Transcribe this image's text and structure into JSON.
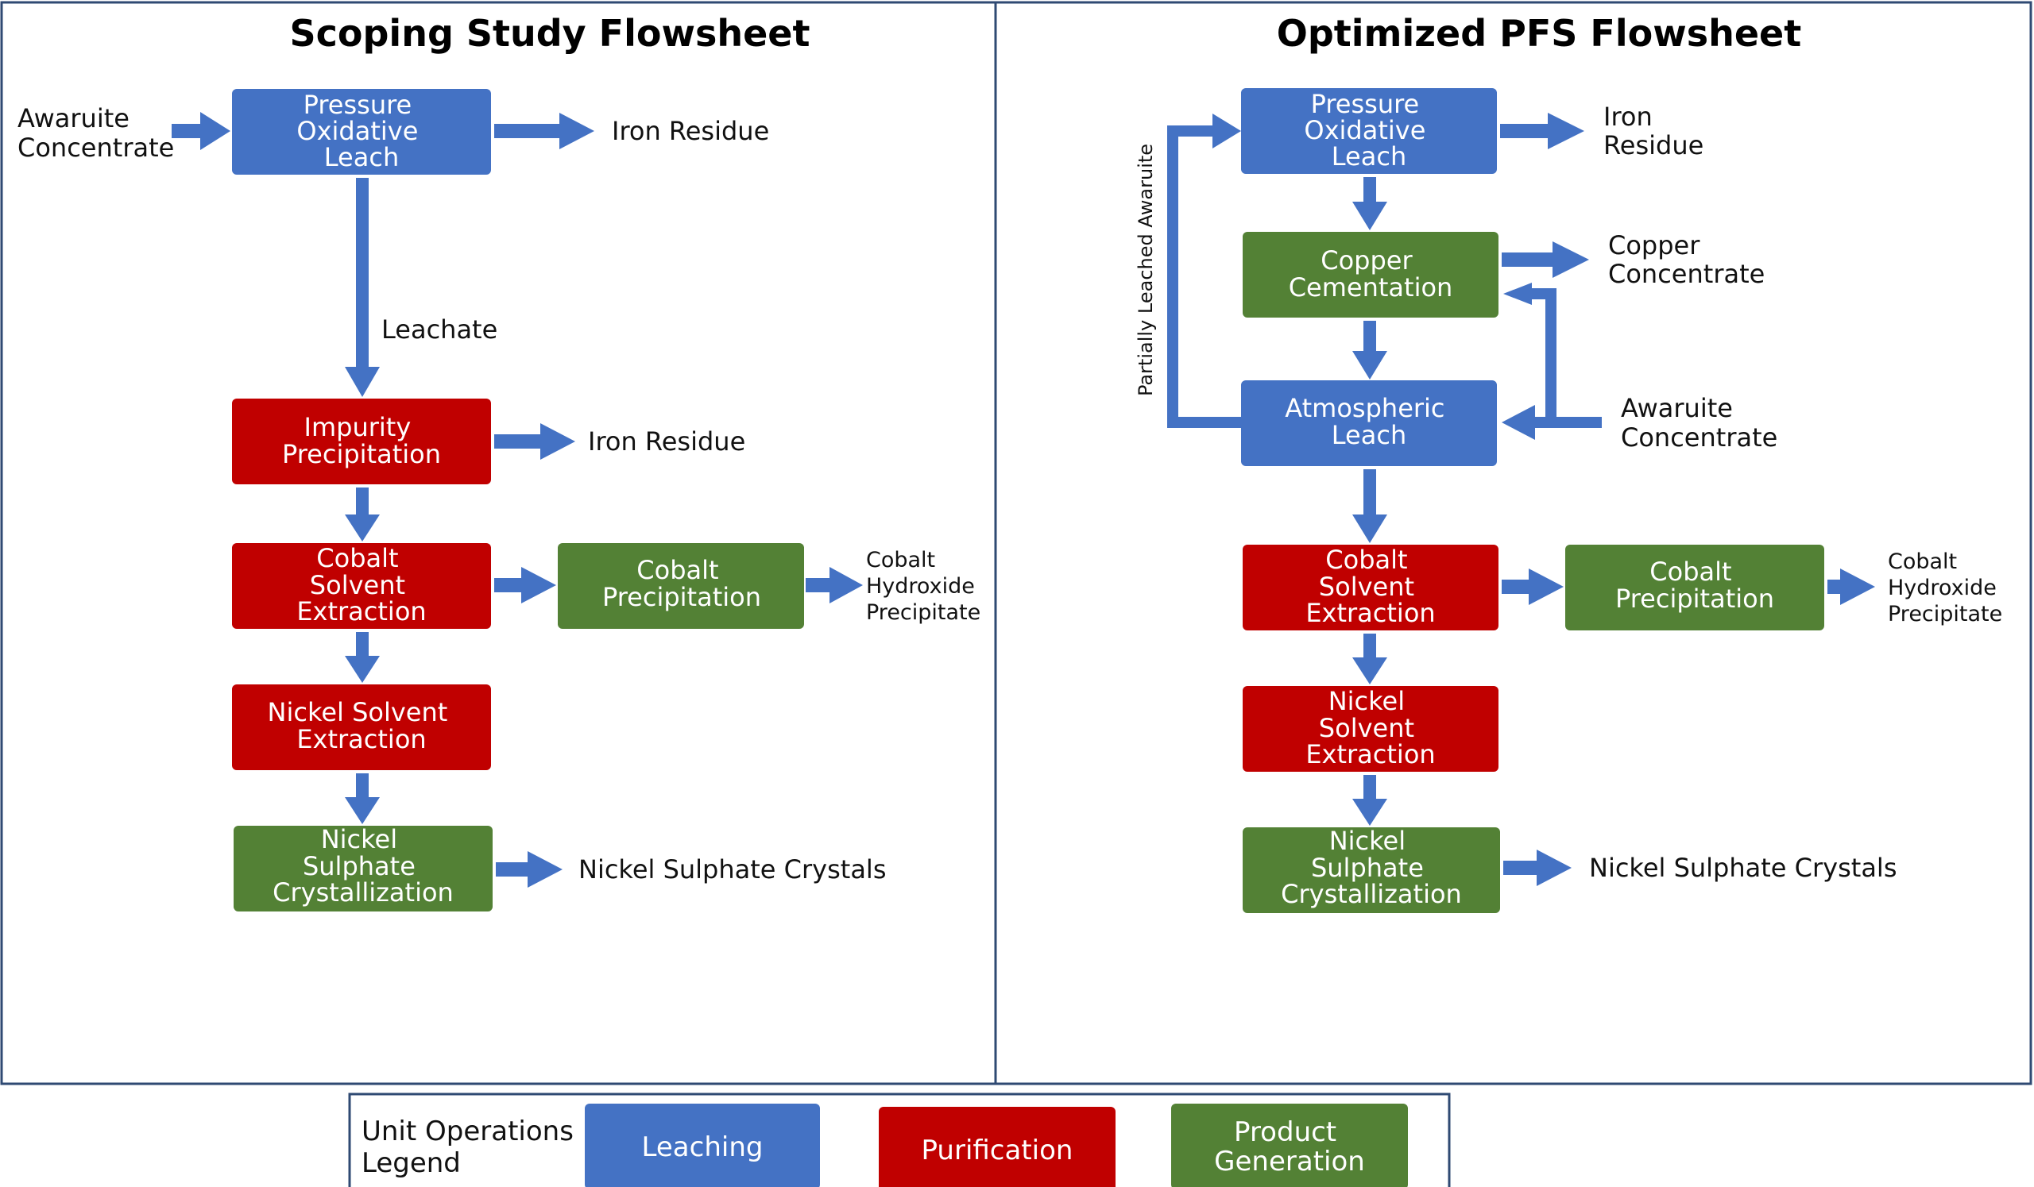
{
  "colors": {
    "leaching": "#4472c4",
    "purification": "#c00000",
    "product_generation": "#538135",
    "arrow": "#4472c4",
    "frame": "#2f4a73"
  },
  "left_panel": {
    "title": "Scoping Study Flowsheet",
    "input_label": [
      "Awaruite",
      "Concentrate"
    ],
    "pressure_leach": [
      "Pressure",
      "Oxidative",
      "Leach"
    ],
    "iron_residue_1": "Iron Residue",
    "leachate": "Leachate",
    "impurity_precipitation": [
      "Impurity",
      "Precipitation"
    ],
    "iron_residue_2": "Iron Residue",
    "cobalt_sx": [
      "Cobalt",
      "Solvent",
      "Extraction"
    ],
    "cobalt_precipitation": [
      "Cobalt",
      "Precipitation"
    ],
    "cobalt_product": [
      "Cobalt",
      "Hydroxide",
      "Precipitate"
    ],
    "nickel_sx": [
      "Nickel Solvent",
      "Extraction"
    ],
    "nickel_crystallization": [
      "Nickel",
      "Sulphate",
      "Crystallization"
    ],
    "nickel_product": "Nickel Sulphate Crystals"
  },
  "right_panel": {
    "title": "Optimized PFS Flowsheet",
    "pressure_leach": [
      "Pressure",
      "Oxidative",
      "Leach"
    ],
    "iron_residue": [
      "Iron",
      "Residue"
    ],
    "copper_cementation": [
      "Copper",
      "Cementation"
    ],
    "copper_product": [
      "Copper",
      "Concentrate"
    ],
    "atmospheric_leach": [
      "Atmospheric",
      "Leach"
    ],
    "input_label": [
      "Awaruite",
      "Concentrate"
    ],
    "recycle_label": "Partially Leached Awaruite",
    "cobalt_sx": [
      "Cobalt",
      "Solvent",
      "Extraction"
    ],
    "cobalt_precipitation": [
      "Cobalt",
      "Precipitation"
    ],
    "cobalt_product": [
      "Cobalt",
      "Hydroxide",
      "Precipitate"
    ],
    "nickel_sx": [
      "Nickel",
      "Solvent",
      "Extraction"
    ],
    "nickel_crystallization": [
      "Nickel",
      "Sulphate",
      "Crystallization"
    ],
    "nickel_product": "Nickel Sulphate Crystals"
  },
  "legend": {
    "title": [
      "Unit Operations",
      "Legend"
    ],
    "leaching": "Leaching",
    "purification": "Purification",
    "product_generation": [
      "Product",
      "Generation"
    ]
  }
}
